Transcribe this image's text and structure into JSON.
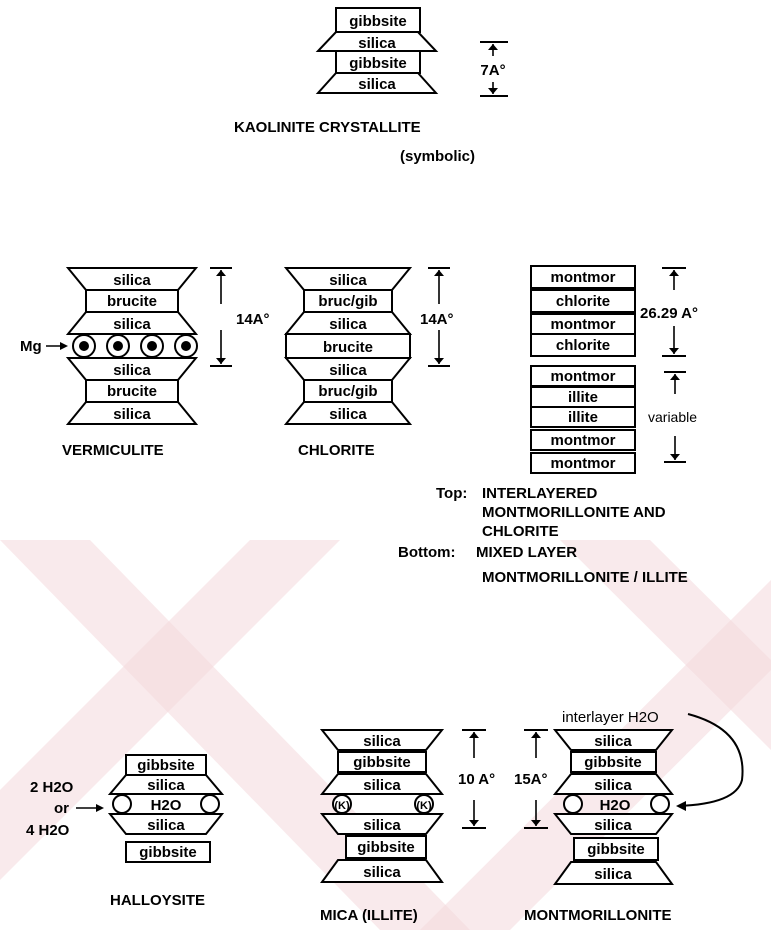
{
  "kaolinite": {
    "layers": [
      "gibbsite",
      "silica",
      "gibbsite",
      "silica"
    ],
    "dimension": "7A°",
    "caption": "KAOLINITE   CRYSTALLITE",
    "subcaption": "(symbolic)"
  },
  "vermiculite": {
    "layers_top": [
      "silica",
      "brucite",
      "silica"
    ],
    "layers_bottom": [
      "silica",
      "brucite",
      "silica"
    ],
    "ion_label": "Mg",
    "dimension": "14A°",
    "caption": "VERMICULITE"
  },
  "chlorite": {
    "layers": [
      "silica",
      "bruc/gib",
      "silica",
      "brucite",
      "silica",
      "bruc/gib",
      "silica"
    ],
    "dimension": "14A°",
    "caption": "CHLORITE"
  },
  "interlayered": {
    "top_stack": [
      "montmor",
      "chlorite",
      "montmor",
      "chlorite"
    ],
    "top_dimension": "26.29 A°",
    "bottom_stack": [
      "montmor",
      "illite",
      "illite",
      "montmor",
      "montmor"
    ],
    "bottom_dimension": "variable",
    "top_label": "Top:",
    "top_caption_1": "INTERLAYERED",
    "top_caption_2": "MONTMORILLONITE AND",
    "top_caption_3": "CHLORITE",
    "bottom_label": "Bottom:",
    "bottom_caption_1": "MIXED  LAYER",
    "bottom_caption_2": "MONTMORILLONITE / ILLITE"
  },
  "halloysite": {
    "layers_top": [
      "gibbsite",
      "silica"
    ],
    "water": "H2O",
    "layers_bottom": [
      "silica",
      "gibbsite"
    ],
    "water_note_1": "2 H2O",
    "water_note_2": "or",
    "water_note_3": "4 H2O",
    "caption": "HALLOYSITE"
  },
  "mica": {
    "layers_top": [
      "silica",
      "gibbsite",
      "silica"
    ],
    "ion": "(K)",
    "layers_bottom": [
      "silica",
      "gibbsite",
      "silica"
    ],
    "dimension": "10 A°",
    "caption": "MICA (ILLITE)"
  },
  "montmorillonite": {
    "interlayer_label": "interlayer H2O",
    "layers_top": [
      "silica",
      "gibbsite",
      "silica"
    ],
    "water": "H2O",
    "layers_bottom": [
      "silica",
      "gibbsite",
      "silica"
    ],
    "dimension": "15A°",
    "caption": "MONTMORILLONITE"
  }
}
